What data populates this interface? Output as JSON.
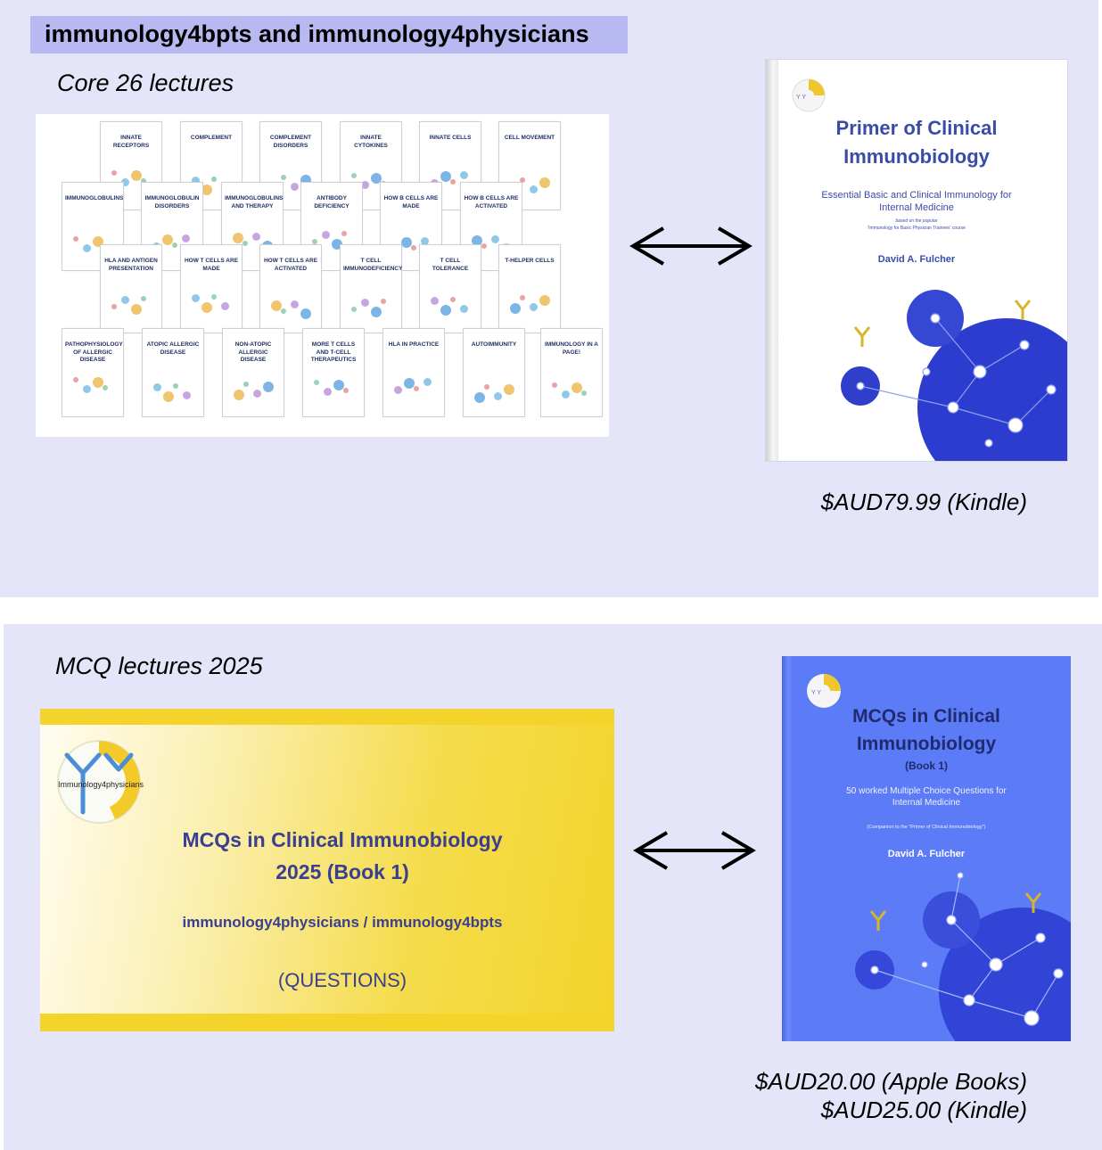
{
  "header": {
    "title": "immunology4bpts and immunology4physicians"
  },
  "core": {
    "label": "Core 26 lectures",
    "lectures": [
      "INNATE RECEPTORS",
      "COMPLEMENT",
      "COMPLEMENT DISORDERS",
      "INNATE CYTOKINES",
      "INNATE CELLS",
      "CELL MOVEMENT",
      "IMMUNOGLOBULINS",
      "IMMUNOGLOBULIN DISORDERS",
      "IMMUNOGLOBULINS AND THERAPY",
      "ANTIBODY DEFICIENCY",
      "HOW B CELLS ARE MADE",
      "HOW B CELLS ARE ACTIVATED",
      "HLA AND ANTIGEN PRESENTATION",
      "HOW T CELLS ARE MADE",
      "HOW T CELLS ARE ACTIVATED",
      "T CELL IMMUNODEFICIENCY",
      "T CELL TOLERANCE",
      "T-HELPER CELLS",
      "PATHOPHYSIOLOGY OF ALLERGIC DISEASE",
      "ATOPIC ALLERGIC DISEASE",
      "NON-ATOPIC ALLERGIC DISEASE",
      "MORE T CELLS AND T-CELL THERAPEUTICS",
      "HLA IN PRACTICE",
      "AUTOIMMUNITY",
      "IMMUNOLOGY IN A PAGE!"
    ]
  },
  "primer_book": {
    "title_line1": "Primer of Clinical",
    "title_line2": "Immunobiology",
    "subtitle_line1": "Essential Basic and Clinical Immunology for",
    "subtitle_line2": "Internal Medicine",
    "based_on": "based on the popular",
    "course": "'Immunology for Basic Physician Trainees' course",
    "author": "David A. Fulcher"
  },
  "primer_price": "$AUD79.99 (Kindle)",
  "mcq": {
    "label": "MCQ lectures 2025",
    "slide": {
      "logo_text": "Immunology4physicians",
      "title_line1": "MCQs in Clinical Immunobiology",
      "title_line2": "2025 (Book 1)",
      "sites": "immunology4physicians / immunology4bpts",
      "kind": "(QUESTIONS)"
    }
  },
  "mcq_book": {
    "title_line1": "MCQs in Clinical",
    "title_line2": "Immunobiology",
    "book_no": "(Book 1)",
    "subtitle_line1": "50 worked Multiple Choice Questions for",
    "subtitle_line2": "Internal Medicine",
    "companion": "(Companion to the \"Primer of Clinical Immunobiology\")",
    "author": "David A. Fulcher"
  },
  "mcq_prices": {
    "apple": "$AUD20.00 (Apple Books)",
    "kindle": "$AUD25.00 (Kindle)"
  },
  "colors": {
    "panel": "#e4e5f8",
    "header_tag": "#b7b9f0",
    "primer_title": "#3a4ca8",
    "mcq_cover": "#5c7cf7",
    "slide_yellow": "#f4d42a"
  }
}
